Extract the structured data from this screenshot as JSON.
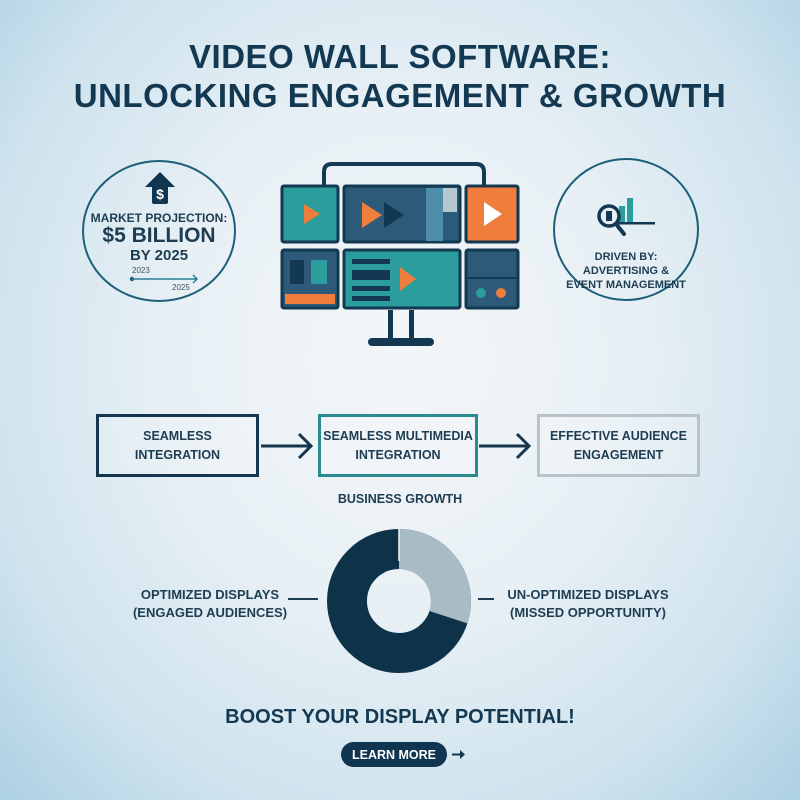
{
  "header": {
    "title_line1": "VIDEO WALL SOFTWARE:",
    "title_line2": "UNLOCKING ENGAGEMENT & GROWTH"
  },
  "market_projection": {
    "icon": "dollar-up-arrow-icon",
    "label": "MARKET PROJECTION:",
    "value": "$5 BILLION",
    "year_line": "BY 2025",
    "timeline_start": "2023",
    "timeline_end": "2025"
  },
  "video_wall_illustration": {
    "icon": "video-wall-monitor-icon"
  },
  "drivers": {
    "icon": "magnifier-bar-chart-icon",
    "line1": "DRIVEN BY:",
    "line2": "ADVERTISING &",
    "line3": "EVENT MANAGEMENT"
  },
  "flow": {
    "steps": [
      {
        "line1": "SEAMLESS",
        "line2": "INTEGRATION"
      },
      {
        "line1": "SEAMLESS MULTIMEDIA",
        "line2": "INTEGRATION"
      },
      {
        "line1": "EFFECTIVE AUDIENCE",
        "line2": "ENGAGEMENT"
      }
    ],
    "caption": "BUSINESS GROWTH"
  },
  "chart_data": {
    "type": "pie",
    "donut": true,
    "title": "",
    "categories": [
      "Optimized Displays (Engaged Audiences)",
      "Un-Optimized Displays (Missed Opportunity)"
    ],
    "values": [
      70,
      30
    ],
    "colors": [
      "#0e3349",
      "#a9bcc6"
    ],
    "legend_position": "sides"
  },
  "donut_labels": {
    "left_line1": "OPTIMIZED DISPLAYS",
    "left_line2": "(ENGAGED AUDIENCES)",
    "right_line1": "UN-OPTIMIZED DISPLAYS",
    "right_line2": "(MISSED OPPORTUNITY)"
  },
  "footer": {
    "headline": "BOOST YOUR DISPLAY POTENTIAL!",
    "cta_label": "LEARN MORE",
    "cta_icon": "arrow-right-icon"
  },
  "colors": {
    "navy": "#0f3550",
    "teal": "#2a9d9c",
    "orange": "#ef7d3c",
    "slate": "#2c5a78",
    "light_gray": "#a9bcc6"
  }
}
